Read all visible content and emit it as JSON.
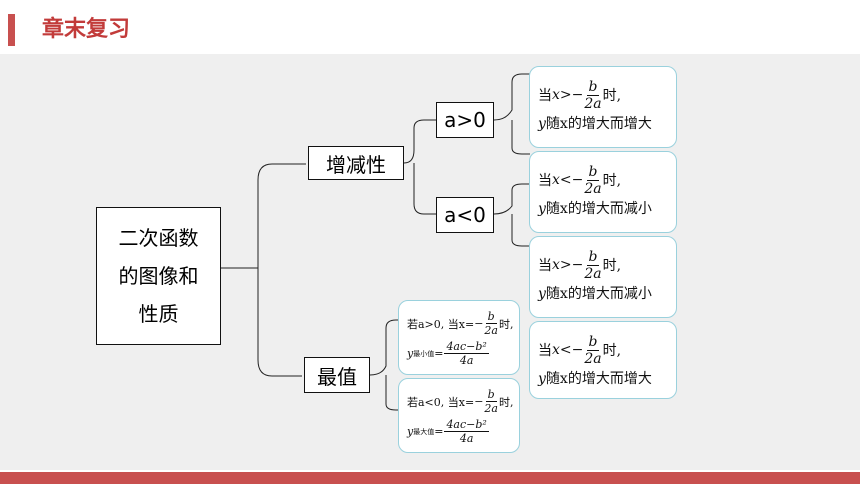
{
  "header": {
    "title": "章末复习"
  },
  "main_node": {
    "lines": [
      "二次函数",
      "的图像和",
      "性质"
    ]
  },
  "branches": {
    "monotonic": {
      "label": "增减性"
    },
    "extreme": {
      "label": "最值"
    }
  },
  "cases": {
    "a_pos": {
      "label": "a>0"
    },
    "a_neg": {
      "label": "a<0"
    }
  },
  "conditions": [
    {
      "prefix": "当",
      "var": "x",
      "rel": ">",
      "sign": "−",
      "num": "b",
      "den": "2a",
      "suffix": "时,",
      "line2_var": "y",
      "line2_text": "随x的增大而增大"
    },
    {
      "prefix": "当",
      "var": "x",
      "rel": "<",
      "sign": "−",
      "num": "b",
      "den": "2a",
      "suffix": "时,",
      "line2_var": "y",
      "line2_text": "随x的增大而减小"
    },
    {
      "prefix": "当",
      "var": "x",
      "rel": ">",
      "sign": "−",
      "num": "b",
      "den": "2a",
      "suffix": "时,",
      "line2_var": "y",
      "line2_text": "随x的增大而减小"
    },
    {
      "prefix": "当",
      "var": "x",
      "rel": "<",
      "sign": "−",
      "num": "b",
      "den": "2a",
      "suffix": "时,",
      "line2_var": "y",
      "line2_text": "随x的增大而增大"
    }
  ],
  "extremes": [
    {
      "cond": "若a>0, 当x=",
      "sign": "−",
      "num": "b",
      "den": "2a",
      "suffix": "时,",
      "y": "y",
      "sub": "最小值",
      "eq": "=",
      "num2": "4ac−b²",
      "den2": "4a"
    },
    {
      "cond": "若a<0, 当x=",
      "sign": "−",
      "num": "b",
      "den": "2a",
      "suffix": "时,",
      "y": "y",
      "sub": "最大值",
      "eq": "=",
      "num2": "4ac−b²",
      "den2": "4a"
    }
  ],
  "colors": {
    "accent": "#c8504f",
    "title": "#c23b3a",
    "panel": "#efefef",
    "box_border": "#9ad1dd"
  }
}
